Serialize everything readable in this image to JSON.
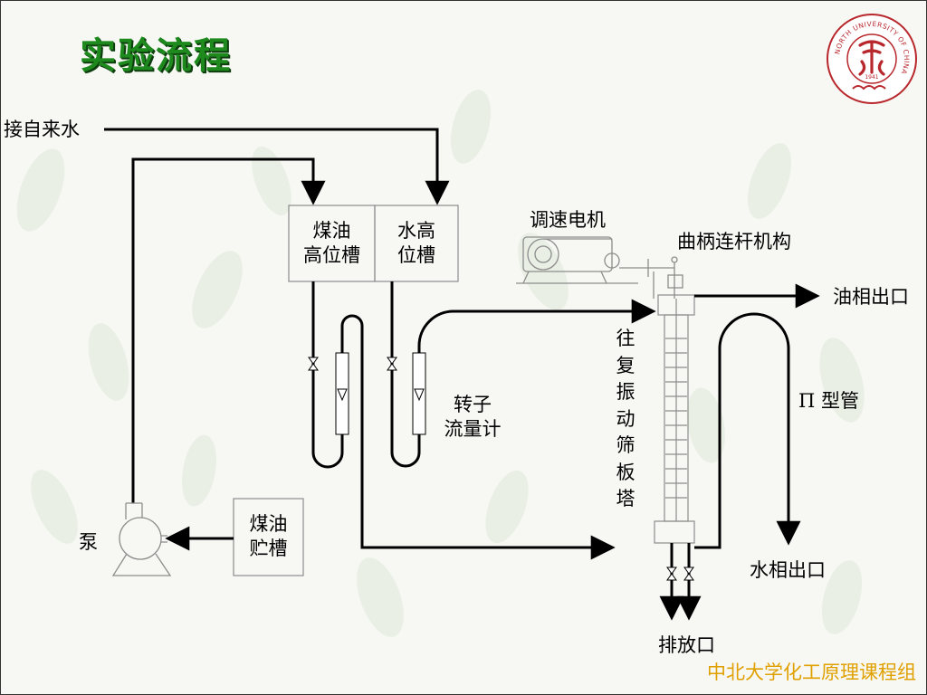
{
  "colors": {
    "title_green": "#1e8a1e",
    "footer_gold": "#e0a000",
    "line": "#000000",
    "equipment_gray": "#8c8c8c",
    "logo_red": "#b8272c"
  },
  "slide": {
    "title": "实验流程",
    "footer": "中北大学化工原理课程组"
  },
  "logo": {
    "ring_text": "NORTH UNIVERSITY OF CHINA",
    "year": "1941",
    "icon": "university-seal-icon"
  },
  "diagram": {
    "inlet_water": "接自来水",
    "kerosene_head_tank": {
      "line1": "煤油",
      "line2": "高位槽"
    },
    "water_head_tank": {
      "line1": "水高",
      "line2": "位槽"
    },
    "kerosene_storage_tank": {
      "line1": "煤油",
      "line2": "贮槽"
    },
    "pump": "泵",
    "rotameter": {
      "line1": "转子",
      "line2": "流量计"
    },
    "motor": "调速电机",
    "crank": "曲柄连杆机构",
    "column": "往复振动筛板塔",
    "oil_outlet": "油相出口",
    "pi_tube": "Π 型管",
    "water_outlet": "水相出口",
    "drain": "排放口"
  }
}
